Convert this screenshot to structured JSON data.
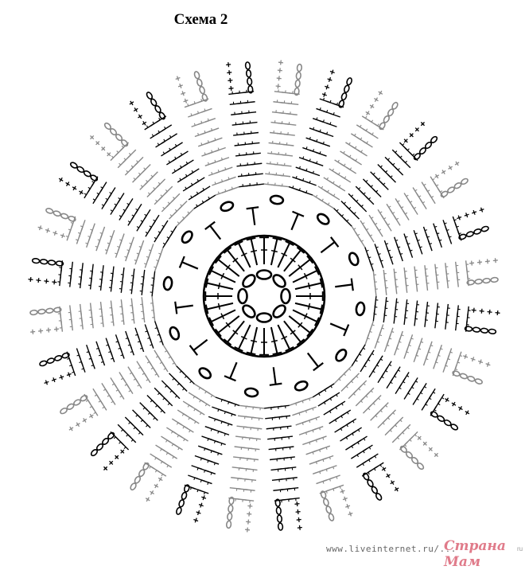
{
  "title": "Схема 2",
  "footer": {
    "url": "www.liveinternet.ru/...",
    "watermark": "Страна Мам",
    "watermark_suffix": "ru"
  },
  "colors": {
    "ink": "#000000",
    "grey": "#888888",
    "watermark": "#e07b8a"
  },
  "pattern": {
    "petal_count": 28,
    "center_chain_ovals": 8,
    "ring_stitches": 28,
    "mid_round_ovals": 12
  }
}
